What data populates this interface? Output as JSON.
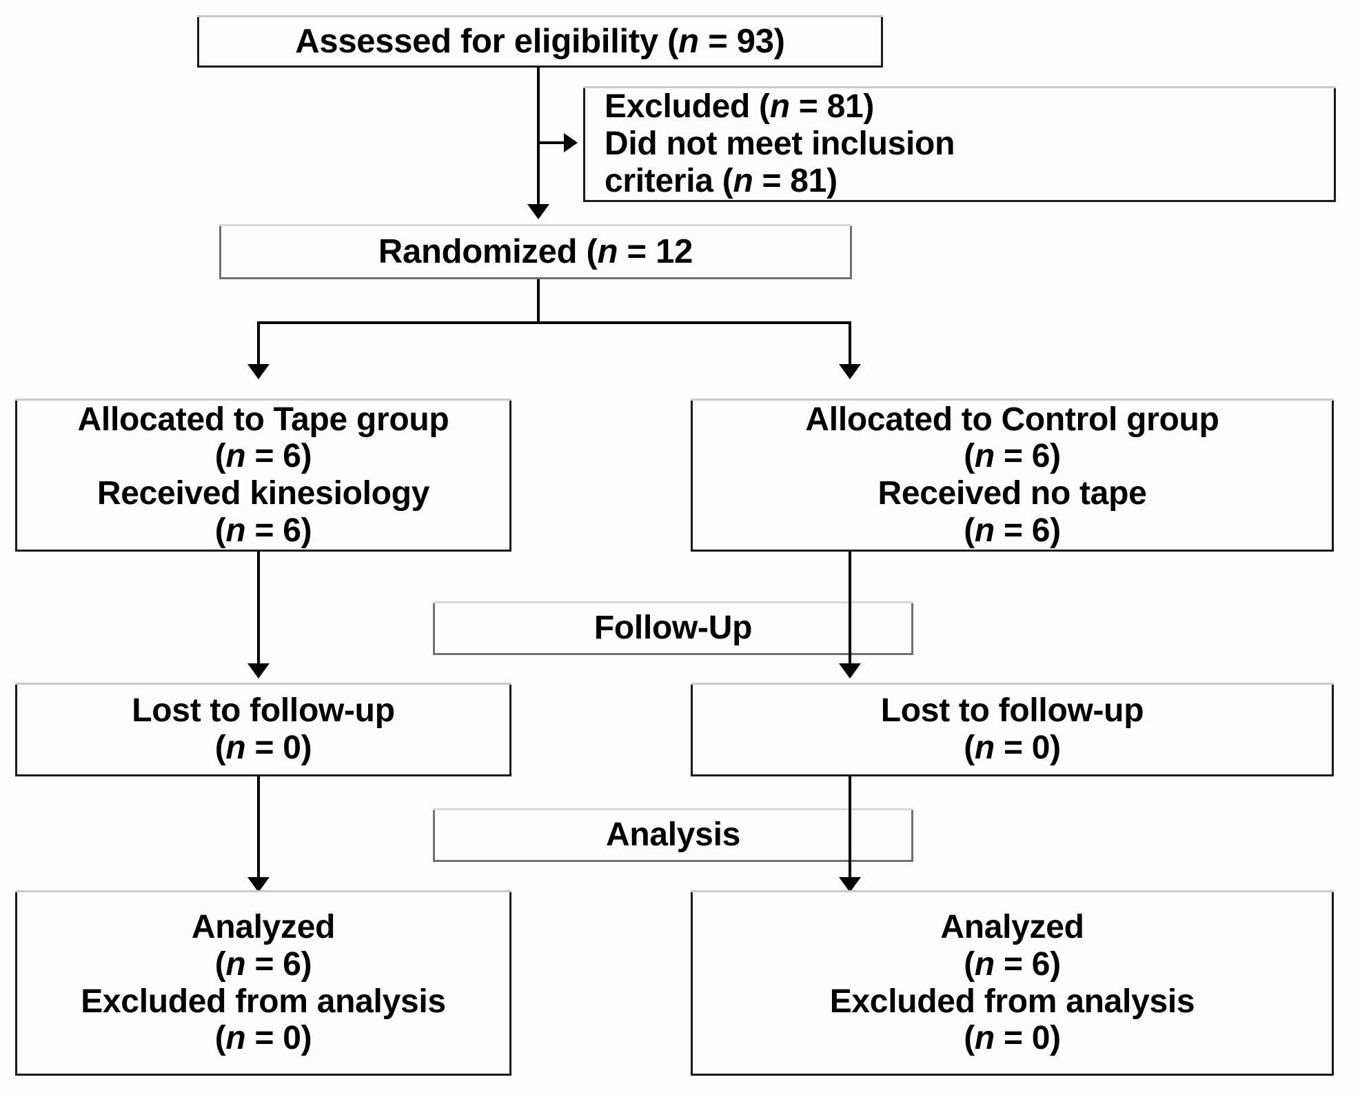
{
  "diagram": {
    "type": "consort-flow-diagram",
    "title": "CONSORT participant flow diagram",
    "colors": {
      "ink": "#000000",
      "box_border": "#1a1a1a",
      "soft_border": "#6f6f6f",
      "background": "#ffffff"
    },
    "nodes": {
      "enrollment": {
        "id": "assessed",
        "lines": [
          {
            "prefix": "Assessed for eligibility (",
            "italic": "n",
            "suffix": " = 93)"
          }
        ],
        "text": "Assessed for eligibility (n = 93)"
      },
      "excluded": {
        "id": "excluded",
        "lines": [
          {
            "prefix": "Excluded (",
            "italic": "n",
            "suffix": " = 81)"
          },
          {
            "prefix": "Did not meet inclusion",
            "italic": "",
            "suffix": ""
          },
          {
            "prefix": "criteria (",
            "italic": "n",
            "suffix": " = 81)"
          }
        ],
        "text": "Excluded (n = 81) Did not meet inclusion criteria (n = 81)"
      },
      "randomized": {
        "id": "randomized",
        "lines": [
          {
            "prefix": "Randomized (",
            "italic": "n",
            "suffix": " = 12"
          }
        ],
        "text": "Randomized (n = 12"
      },
      "alloc_left": {
        "id": "allocated-tape",
        "lines": [
          {
            "prefix": "Allocated to Tape group",
            "italic": "",
            "suffix": ""
          },
          {
            "prefix": "(",
            "italic": "n",
            "suffix": " = 6)"
          },
          {
            "prefix": "Received kinesiology",
            "italic": "",
            "suffix": ""
          },
          {
            "prefix": "(",
            "italic": "n",
            "suffix": " = 6)"
          }
        ],
        "text": "Allocated to Tape group (n = 6) Received kinesiology (n = 6)"
      },
      "alloc_right": {
        "id": "allocated-control",
        "lines": [
          {
            "prefix": "Allocated to Control group",
            "italic": "",
            "suffix": ""
          },
          {
            "prefix": "(",
            "italic": "n",
            "suffix": " = 6)"
          },
          {
            "prefix": "Received no tape",
            "italic": "",
            "suffix": ""
          },
          {
            "prefix": "(",
            "italic": "n",
            "suffix": " = 6)"
          }
        ],
        "text": "Allocated to Control group (n = 6) Received no tape (n = 6)"
      },
      "stage_followup": {
        "id": "stage-follow-up",
        "lines": [
          {
            "prefix": "Follow-Up",
            "italic": "",
            "suffix": ""
          }
        ],
        "text": "Follow-Up"
      },
      "lost_left": {
        "id": "lost-to-followup-tape",
        "lines": [
          {
            "prefix": "Lost to follow-up",
            "italic": "",
            "suffix": ""
          },
          {
            "prefix": "(",
            "italic": "n",
            "suffix": " = 0)"
          }
        ],
        "text": "Lost to follow-up (n = 0)"
      },
      "lost_right": {
        "id": "lost-to-followup-control",
        "lines": [
          {
            "prefix": "Lost to follow-up",
            "italic": "",
            "suffix": ""
          },
          {
            "prefix": "(",
            "italic": "n",
            "suffix": " = 0)"
          }
        ],
        "text": "Lost to follow-up (n = 0)"
      },
      "stage_analysis": {
        "id": "stage-analysis",
        "lines": [
          {
            "prefix": "Analysis",
            "italic": "",
            "suffix": ""
          }
        ],
        "text": "Analysis"
      },
      "analyzed_left": {
        "id": "analyzed-tape",
        "lines": [
          {
            "prefix": "Analyzed",
            "italic": "",
            "suffix": ""
          },
          {
            "prefix": "(",
            "italic": "n",
            "suffix": " = 6)"
          },
          {
            "prefix": "Excluded from analysis",
            "italic": "",
            "suffix": ""
          },
          {
            "prefix": "(",
            "italic": "n",
            "suffix": " = 0)"
          }
        ],
        "text": "Analyzed (n = 6) Excluded from analysis (n = 0)"
      },
      "analyzed_right": {
        "id": "analyzed-control",
        "lines": [
          {
            "prefix": "Analyzed",
            "italic": "",
            "suffix": ""
          },
          {
            "prefix": "(",
            "italic": "n",
            "suffix": " = 6)"
          },
          {
            "prefix": "Excluded from analysis",
            "italic": "",
            "suffix": ""
          },
          {
            "prefix": "(",
            "italic": "n",
            "suffix": " = 0)"
          }
        ],
        "text": "Analyzed (n = 6) Excluded from analysis (n = 0)"
      }
    },
    "connectors": [
      {
        "name": "assessed-to-randomized",
        "kind": "arrow-down"
      },
      {
        "name": "assessed-to-excluded",
        "kind": "arrow-right"
      },
      {
        "name": "randomized-split",
        "kind": "branch"
      },
      {
        "name": "alloc-tape-to-lost-tape",
        "kind": "arrow-down"
      },
      {
        "name": "alloc-control-to-lost-control",
        "kind": "arrow-down"
      },
      {
        "name": "lost-tape-to-analyzed-tape",
        "kind": "arrow-down"
      },
      {
        "name": "lost-control-to-analyzed-control",
        "kind": "arrow-down"
      }
    ]
  }
}
